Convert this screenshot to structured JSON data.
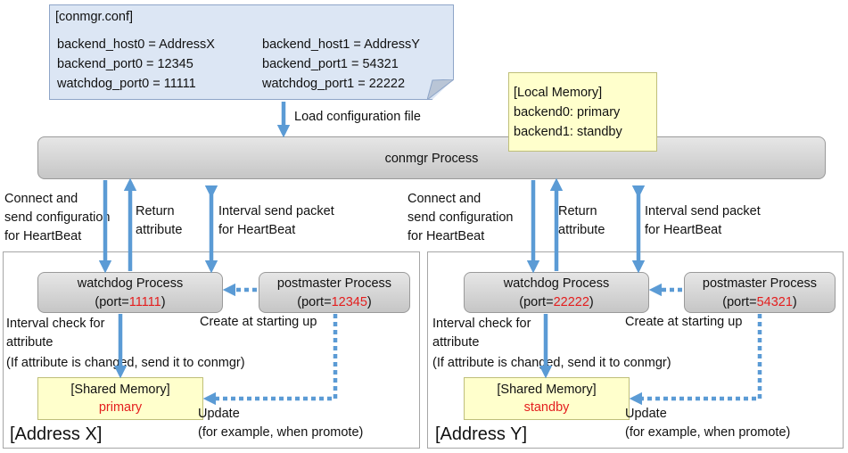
{
  "conf": {
    "title": "[conmgr.conf]",
    "left": [
      "backend_host0 = AddressX",
      "backend_port0 = 12345",
      "watchdog_port0 = 11111"
    ],
    "right": [
      "backend_host1 = AddressY",
      "backend_port1 = 54321",
      "watchdog_port1 = 22222"
    ]
  },
  "load_label": "Load configuration file",
  "local_memory": {
    "title": "[Local Memory]",
    "lines": [
      "backend0:  primary",
      "backend1: standby"
    ]
  },
  "conmgr_label": "conmgr Process",
  "hosts": [
    {
      "address": "[Address X]",
      "connect_label": [
        "Connect and",
        "send configuration",
        " for HeartBeat"
      ],
      "return_label": [
        "Return",
        "attribute"
      ],
      "interval_label": [
        "Interval send packet",
        "for HeartBeat"
      ],
      "watchdog_name": "watchdog Process",
      "watchdog_port_prefix": "(port=",
      "watchdog_port": "11111",
      "watchdog_port_suffix": ")",
      "postmaster_name": "postmaster Process",
      "postmaster_port_prefix": "(port=",
      "postmaster_port": "12345",
      "postmaster_port_suffix": ")",
      "create_label": "Create at starting up",
      "check_label": [
        "Interval check for",
        "attribute",
        "(If attribute is changed, send it to conmgr)"
      ],
      "shm_title": "[Shared Memory]",
      "shm_value": "primary",
      "update_label": [
        "Update",
        "(for example, when promote)"
      ]
    },
    {
      "address": "[Address Y]",
      "connect_label": [
        "Connect and",
        "send configuration",
        " for HeartBeat"
      ],
      "return_label": [
        "Return",
        "attribute"
      ],
      "interval_label": [
        "Interval send packet",
        "for HeartBeat"
      ],
      "watchdog_name": "watchdog Process",
      "watchdog_port_prefix": "(port=",
      "watchdog_port": "22222",
      "watchdog_port_suffix": ")",
      "postmaster_name": "postmaster Process",
      "postmaster_port_prefix": "(port=",
      "postmaster_port": "54321",
      "postmaster_port_suffix": ")",
      "create_label": "Create at starting up",
      "check_label": [
        "Interval check for",
        "attribute",
        "(If attribute is changed, send it to conmgr)"
      ],
      "shm_title": "[Shared Memory]",
      "shm_value": "standby",
      "update_label": [
        "Update",
        "(for example, when promote)"
      ]
    }
  ],
  "colors": {
    "arrow": "#5b9bd5",
    "port_text": "#e41e1e",
    "note_fill": "#ffffcc",
    "conf_fill": "#dce6f4"
  }
}
